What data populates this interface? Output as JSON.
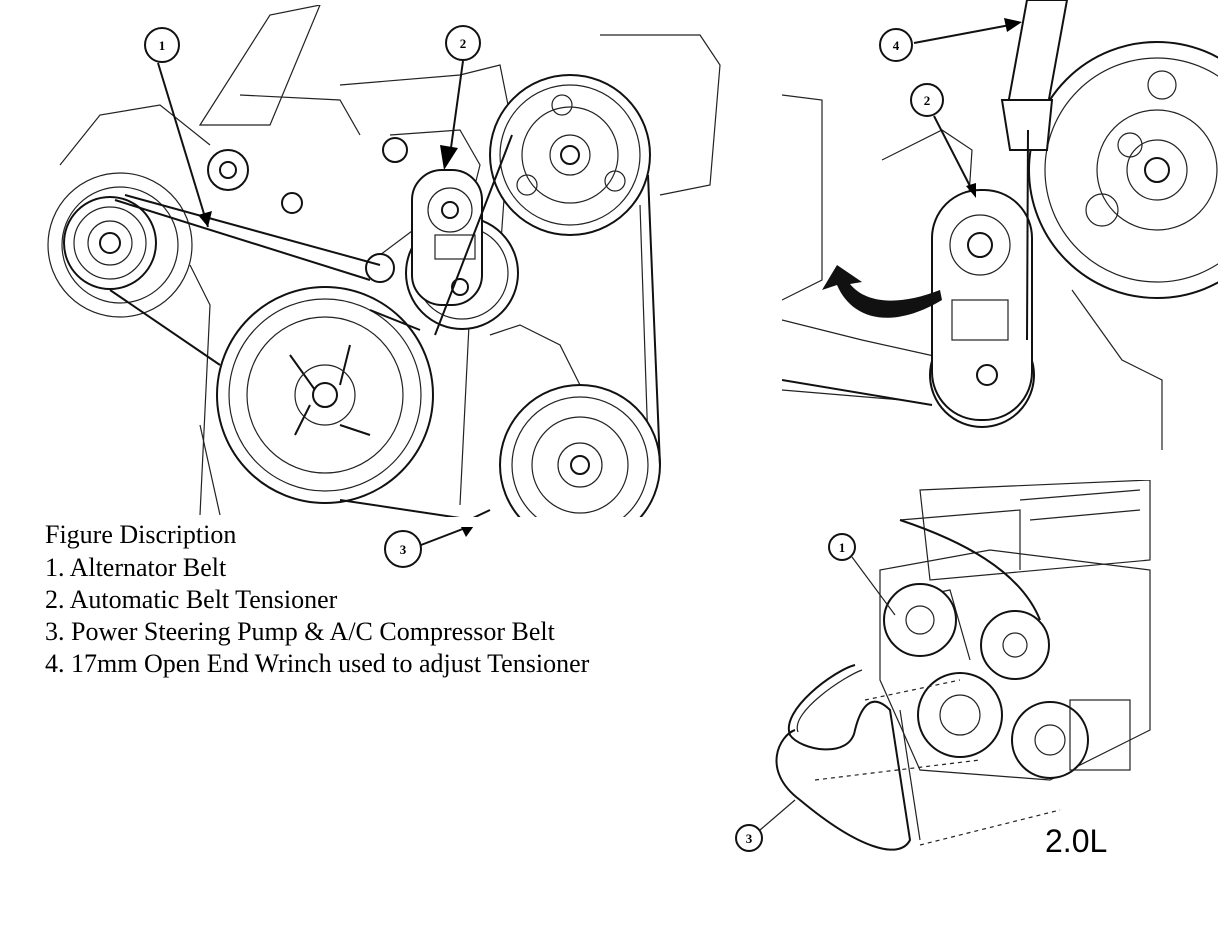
{
  "legend": {
    "title": "Figure Discription",
    "items": [
      "1. Alternator Belt",
      "2. Automatic Belt Tensioner",
      "3. Power Steering Pump & A/C Compressor Belt",
      "4. 17mm Open End Wrinch used to adjust Tensioner"
    ]
  },
  "main_drawing": {
    "callouts": [
      "1",
      "2",
      "3"
    ]
  },
  "tensioner_drawing": {
    "callouts": [
      "4",
      "2"
    ]
  },
  "engine_drawing": {
    "callouts": [
      "1",
      "3"
    ],
    "engine_label": "2.0L"
  }
}
